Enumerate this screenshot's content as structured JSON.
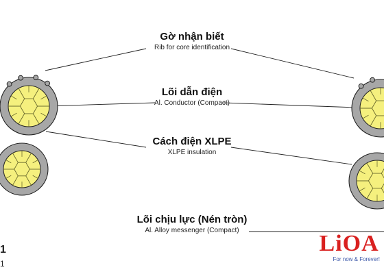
{
  "labels": [
    {
      "vi": "Gờ nhận biết",
      "en": "Rib for core identification"
    },
    {
      "vi": "Lõi dẫn điện",
      "en": "Al. Conductor (Compact)"
    },
    {
      "vi": "Cách điện XLPE",
      "en": "XLPE insulation"
    },
    {
      "vi": "Lõi chịu lực (Nén tròn)",
      "en": "Al. Alloy messenger (Compact)"
    }
  ],
  "corner": {
    "top": "1",
    "bottom": "1"
  },
  "logo": {
    "brand": "LiOA",
    "slogan": "For now & Forever!"
  },
  "colors": {
    "insulation": "#a7a7a7",
    "conductor": "#f5f07e",
    "strand_line": "#6b6b2e",
    "outline": "#222222",
    "brand": "#d9201f",
    "slogan": "#3a56a8"
  }
}
